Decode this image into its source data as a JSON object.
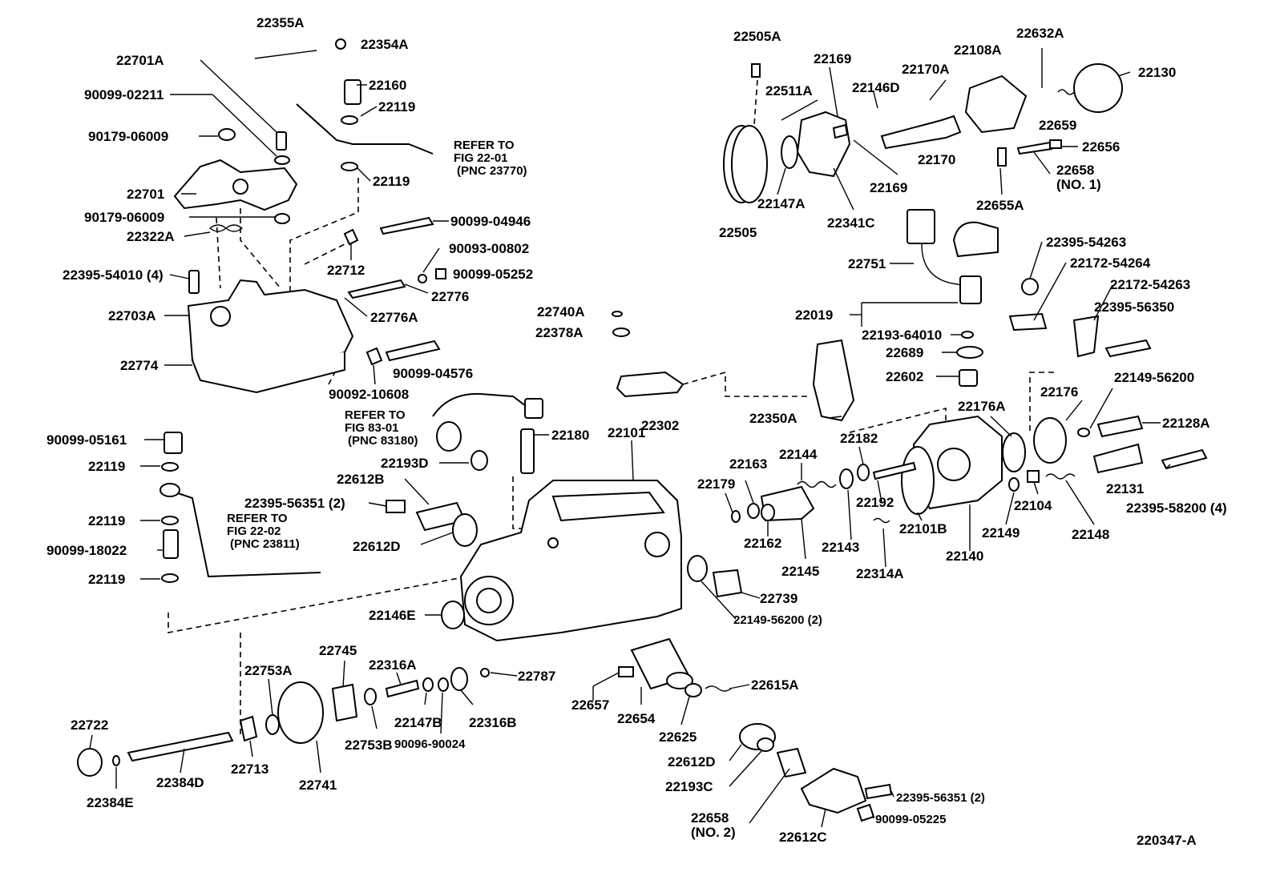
{
  "diagram_id": "220347-A",
  "references": [
    {
      "line1": "REFER TO",
      "line2": "FIG 22-01",
      "line3": "(PNC 23770)"
    },
    {
      "line1": "REFER TO",
      "line2": "FIG 83-01",
      "line3": "(PNC 83180)"
    },
    {
      "line1": "REFER TO",
      "line2": "FIG 22-02",
      "line3": "(PNC 23811)"
    }
  ],
  "labels": [
    "22355A",
    "22354A",
    "22701A",
    "90099-02211",
    "22160",
    "22119",
    "90179-06009",
    "22701",
    "90179-06009",
    "22119",
    "22322A",
    "90099-04946",
    "22712",
    "90093-00802",
    "22395-54010 (4)",
    "90099-05252",
    "22776",
    "22703A",
    "22776A",
    "22774",
    "90099-04576",
    "90092-10608",
    "90099-05161",
    "22119",
    "22119",
    "90099-18022",
    "22119",
    "22505A",
    "22169",
    "22170A",
    "22108A",
    "22632A",
    "22130",
    "22511A",
    "22146D",
    "22659",
    "22170",
    "22656",
    "22147A",
    "22169",
    "22658",
    "(NO. 1)",
    "22505",
    "22341C",
    "22655A",
    "22751",
    "22395-54263",
    "22172-54264",
    "22172-54263",
    "22019",
    "22395-56350",
    "22193-64010",
    "22689",
    "22740A",
    "22378A",
    "22602",
    "22149-56200",
    "22302",
    "22176",
    "22176A",
    "22128A",
    "22350A",
    "22180",
    "22101",
    "22182",
    "22144",
    "22163",
    "22193D",
    "22612B",
    "22395-56351 (2)",
    "22179",
    "22192",
    "22131",
    "22395-58200 (4)",
    "22104",
    "22101B",
    "22162",
    "22143",
    "22149",
    "22148",
    "22612D",
    "22145",
    "22140",
    "22314A",
    "22739",
    "22146E",
    "22149-56200 (2)",
    "22745",
    "22316A",
    "22787",
    "22753A",
    "22615A",
    "22657",
    "22722",
    "22147B",
    "22316B",
    "22654",
    "22753B",
    "90096-90024",
    "22625",
    "22713",
    "22612D",
    "22741",
    "22193C",
    "22384D",
    "22384E",
    "22395-56351 (2)",
    "22658",
    "(NO. 2)",
    "90099-05225",
    "22612C"
  ]
}
